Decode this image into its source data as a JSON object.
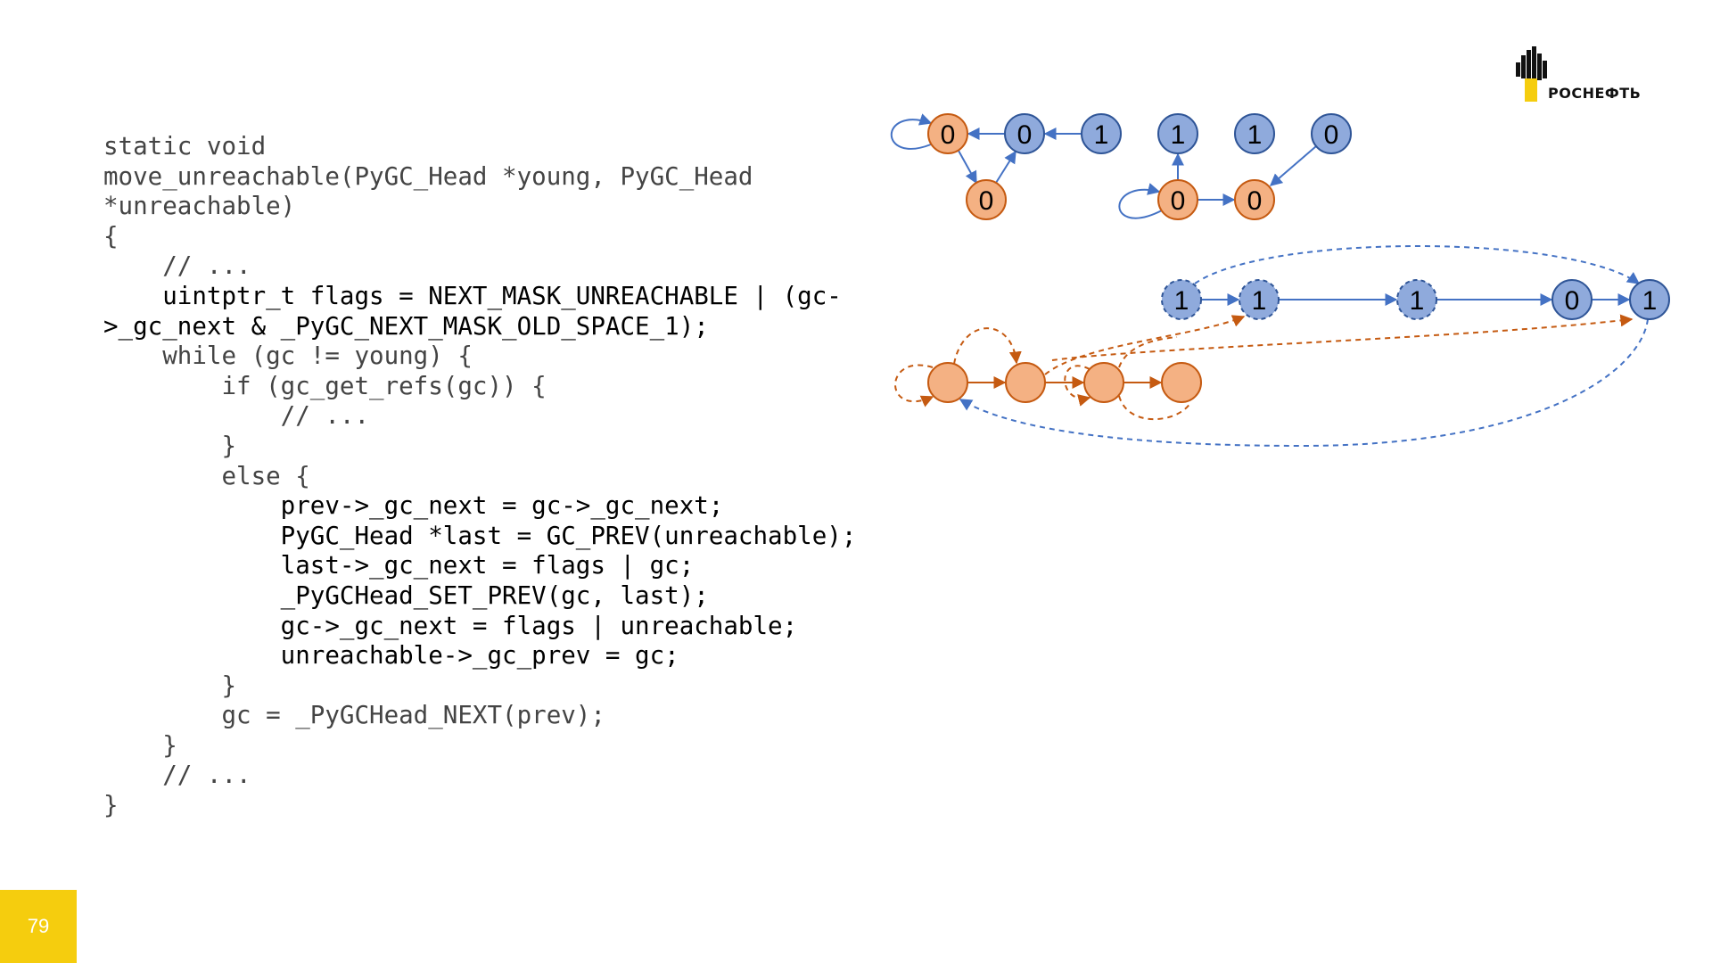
{
  "page_number": "79",
  "logo": {
    "text": "РОСНЕФТЬ",
    "brand_color": "#f5cd0e"
  },
  "code": {
    "lines": [
      {
        "text": "static void",
        "highlight": false
      },
      {
        "text": "move_unreachable(PyGC_Head *young, PyGC_Head",
        "highlight": false
      },
      {
        "text": "*unreachable)",
        "highlight": false
      },
      {
        "text": "{",
        "highlight": false
      },
      {
        "text": "    // ...",
        "highlight": false
      },
      {
        "text": "    uintptr_t flags = NEXT_MASK_UNREACHABLE | (gc-",
        "highlight": true
      },
      {
        "text": ">_gc_next & _PyGC_NEXT_MASK_OLD_SPACE_1);",
        "highlight": true
      },
      {
        "text": "    while (gc != young) {",
        "highlight": false
      },
      {
        "text": "        if (gc_get_refs(gc)) {",
        "highlight": false
      },
      {
        "text": "            // ...",
        "highlight": false
      },
      {
        "text": "        }",
        "highlight": false
      },
      {
        "text": "        else {",
        "highlight": false
      },
      {
        "text": "            prev->_gc_next = gc->_gc_next;",
        "highlight": true
      },
      {
        "text": "            PyGC_Head *last = GC_PREV(unreachable);",
        "highlight": true
      },
      {
        "text": "            last->_gc_next = flags | gc;",
        "highlight": true
      },
      {
        "text": "            _PyGCHead_SET_PREV(gc, last);",
        "highlight": true
      },
      {
        "text": "            gc->_gc_next = flags | unreachable;",
        "highlight": true
      },
      {
        "text": "            unreachable->_gc_prev = gc;",
        "highlight": true
      },
      {
        "text": "        }",
        "highlight": false
      },
      {
        "text": "        gc = _PyGCHead_NEXT(prev);",
        "highlight": false
      },
      {
        "text": "    }",
        "highlight": false
      },
      {
        "text": "    // ...",
        "highlight": false
      },
      {
        "text": "}",
        "highlight": false
      }
    ]
  },
  "diagram": {
    "colors": {
      "blue_fill": "#8faadc",
      "blue_stroke": "#2f5597",
      "blue_edge": "#4472c4",
      "orange_fill": "#f4b183",
      "orange_stroke": "#c55a11",
      "orange_edge": "#c55a11"
    },
    "top_graph": {
      "nodes": [
        {
          "id": "a",
          "label": "0",
          "kind": "orange"
        },
        {
          "id": "b",
          "label": "0",
          "kind": "blue"
        },
        {
          "id": "c",
          "label": "1",
          "kind": "blue"
        },
        {
          "id": "d",
          "label": "0",
          "kind": "orange"
        },
        {
          "id": "e",
          "label": "1",
          "kind": "blue"
        },
        {
          "id": "f",
          "label": "1",
          "kind": "blue"
        },
        {
          "id": "g",
          "label": "0",
          "kind": "blue"
        },
        {
          "id": "h",
          "label": "0",
          "kind": "orange"
        },
        {
          "id": "i",
          "label": "0",
          "kind": "orange"
        }
      ],
      "edges": [
        {
          "from": "c",
          "to": "b"
        },
        {
          "from": "b",
          "to": "a"
        },
        {
          "from": "a",
          "to": "d"
        },
        {
          "from": "d",
          "to": "b"
        },
        {
          "from": "a",
          "to": "a"
        },
        {
          "from": "h",
          "to": "e"
        },
        {
          "from": "h",
          "to": "i"
        },
        {
          "from": "g",
          "to": "i"
        },
        {
          "from": "h",
          "to": "h"
        }
      ]
    },
    "lists": {
      "young_nodes": [
        {
          "label": "1",
          "dashed": true
        },
        {
          "label": "1",
          "dashed": true
        },
        {
          "label": "1",
          "dashed": true
        },
        {
          "label": "0",
          "dashed": false
        },
        {
          "label": "1",
          "dashed": false
        }
      ],
      "unreachable_nodes": [
        {
          "label": ""
        },
        {
          "label": ""
        },
        {
          "label": ""
        },
        {
          "label": ""
        }
      ]
    }
  }
}
